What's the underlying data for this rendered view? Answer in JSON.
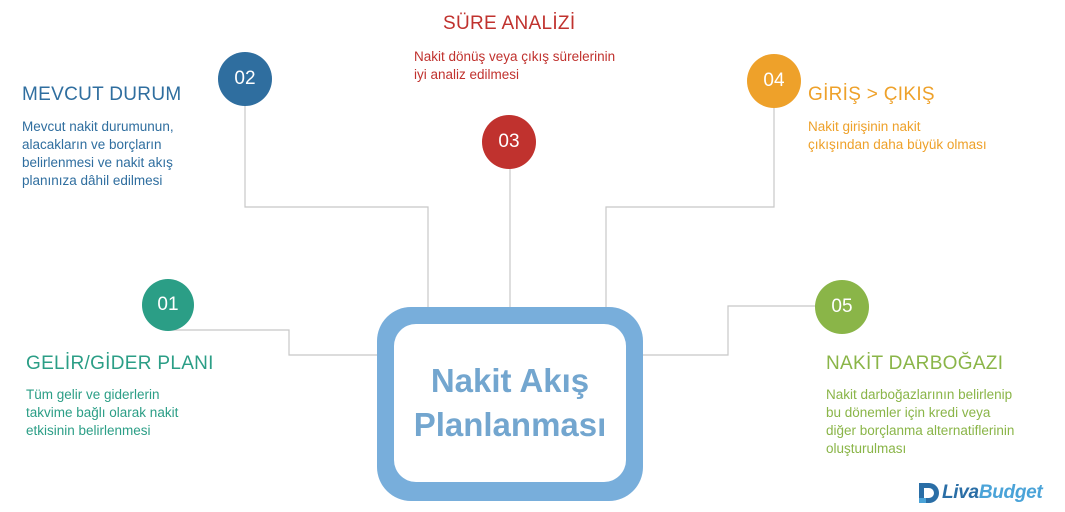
{
  "center": {
    "line1": "Nakit Akış",
    "line2": "Planlanması"
  },
  "nodes": [
    {
      "number": "01",
      "title": "GELİR/GİDER PLANI",
      "color": "#2b9e86",
      "lines": [
        "Tüm gelir ve giderlerin",
        "takvime bağlı olarak nakit",
        "etkisinin belirlenmesi"
      ]
    },
    {
      "number": "02",
      "title": "MEVCUT DURUM",
      "color": "#2f6e9f",
      "lines": [
        "Mevcut nakit durumunun,",
        "alacakların ve borçların",
        "belirlenmesi ve nakit akış",
        "planınıza dâhil edilmesi"
      ]
    },
    {
      "number": "03",
      "title": "SÜRE ANALİZİ",
      "color": "#c0322e",
      "lines": [
        "Nakit dönüş veya çıkış sürelerinin",
        "iyi analiz edilmesi"
      ]
    },
    {
      "number": "04",
      "title": "GİRİŞ > ÇIKIŞ",
      "color": "#eea12a",
      "lines": [
        "Nakit girişinin nakit",
        "çıkışından daha büyük olması"
      ]
    },
    {
      "number": "05",
      "title": "NAKİT DARBOĞAZI",
      "color": "#8ab548",
      "lines": [
        "Nakit darboğazlarının belirlenip",
        "bu dönemler için kredi veya",
        "diğer borçlanma alternatiflerinin",
        "oluşturulması"
      ]
    }
  ],
  "logo": {
    "text_part1": "Liva",
    "text_part2": "Budget",
    "icon": "liva-budget-logo-icon"
  }
}
